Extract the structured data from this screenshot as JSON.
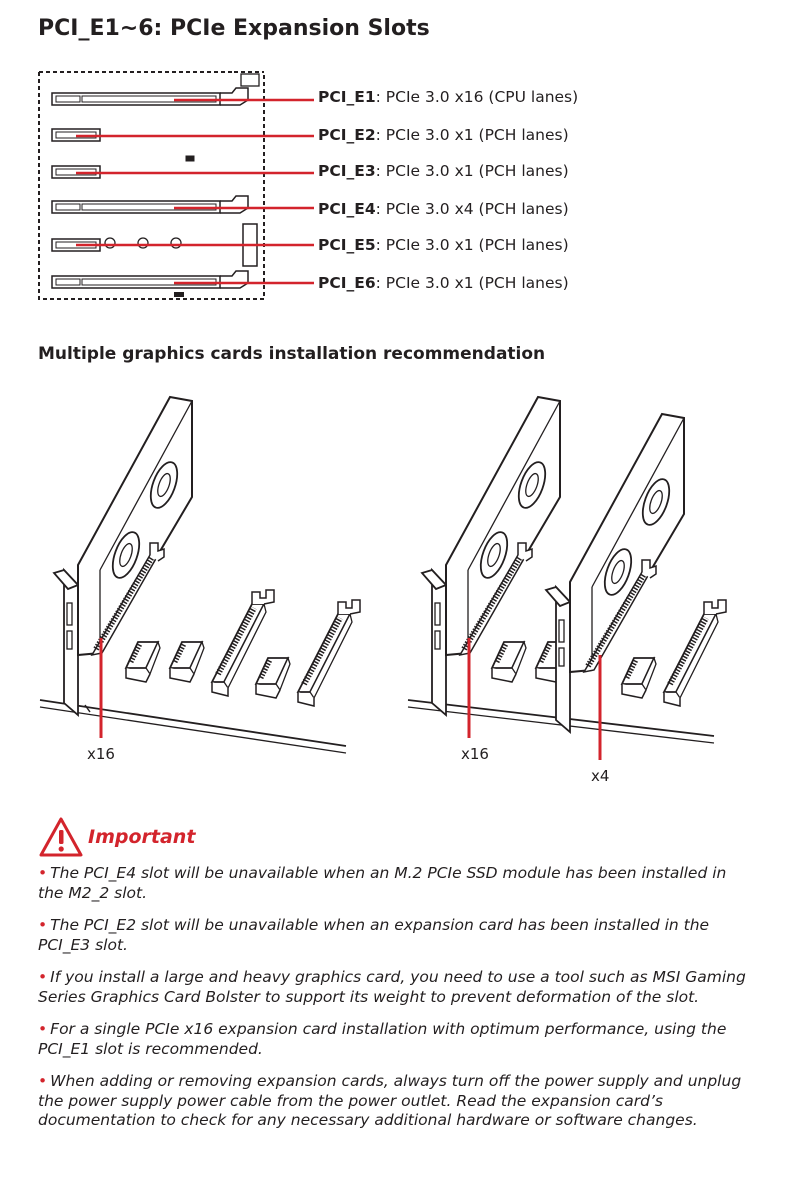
{
  "header": {
    "title": "PCI_E1~6: PCIe Expansion Slots"
  },
  "slots": [
    {
      "name": "PCI_E1",
      "spec": ": PCIe 3.0 x16 (CPU lanes)"
    },
    {
      "name": "PCI_E2",
      "spec": ": PCIe 3.0 x1 (PCH lanes)"
    },
    {
      "name": "PCI_E3",
      "spec": ": PCIe 3.0 x1 (PCH lanes)"
    },
    {
      "name": "PCI_E4",
      "spec": ": PCIe 3.0 x4 (PCH lanes)"
    },
    {
      "name": "PCI_E5",
      "spec": ": PCIe 3.0 x1 (PCH lanes)"
    },
    {
      "name": "PCI_E6",
      "spec": ": PCIe 3.0 x1 (PCH lanes)"
    }
  ],
  "recommendation": {
    "title": "Multiple graphics cards installation recommendation",
    "left_label": "x16",
    "right_label_top": "x16",
    "right_label_bottom": "x4"
  },
  "important": {
    "heading": "Important",
    "bullet": "•",
    "notes": [
      "The PCI_E4 slot will be unavailable when an M.2 PCIe SSD module has been installed in the M2_2 slot.",
      "The PCI_E2 slot will be unavailable when an expansion card has been installed in the PCI_E3 slot.",
      "If you install a large and heavy graphics card, you need to use a tool such as MSI Gaming Series Graphics Card Bolster to support its weight to prevent deformation of the slot.",
      "For a single PCIe x16 expansion card installation with optimum performance, using the PCI_E1 slot is recommended.",
      "When adding or removing expansion cards, always turn off the power supply and unplug the power supply power cable from the power outlet. Read the expansion card’s documentation to check for any necessary additional hardware or software changes."
    ]
  },
  "colors": {
    "accent": "#d3242c",
    "text": "#231f20"
  },
  "icons": {
    "warning": "warning-triangle-icon"
  }
}
